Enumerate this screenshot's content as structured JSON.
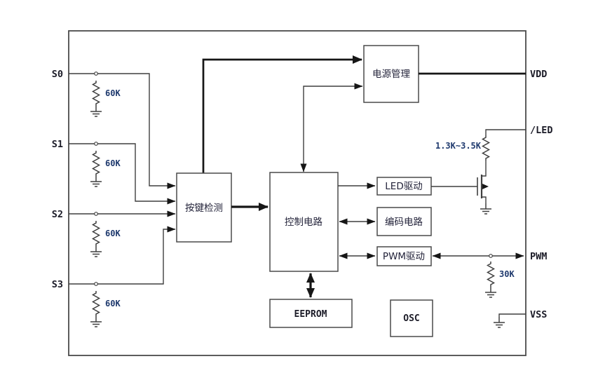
{
  "diagram": {
    "pins": {
      "s0": "S0",
      "s1": "S1",
      "s2": "S2",
      "s3": "S3",
      "vdd": "VDD",
      "led": "/LED",
      "pwm": "PWM",
      "vss": "VSS"
    },
    "blocks": {
      "key_detect": "按键检测",
      "control": "控制电路",
      "power": "电源管理",
      "led_driver": "LED驱动",
      "encoder": "编码电路",
      "pwm_driver": "PWM驱动",
      "eeprom": "EEPROM",
      "osc": "OSC"
    },
    "resistors": {
      "r_s0": "60K",
      "r_s1": "60K",
      "r_s2": "60K",
      "r_s3": "60K",
      "r_led": "1.3K~3.5K",
      "r_pwm": "30K"
    },
    "colors": {
      "wire": "#3f3f3f",
      "thick_wire": "#161616",
      "block_border": "#4a4a4a",
      "value_text": "#1f3a6e",
      "pin_text": "#1c1c28",
      "block_text": "#23233a"
    }
  }
}
